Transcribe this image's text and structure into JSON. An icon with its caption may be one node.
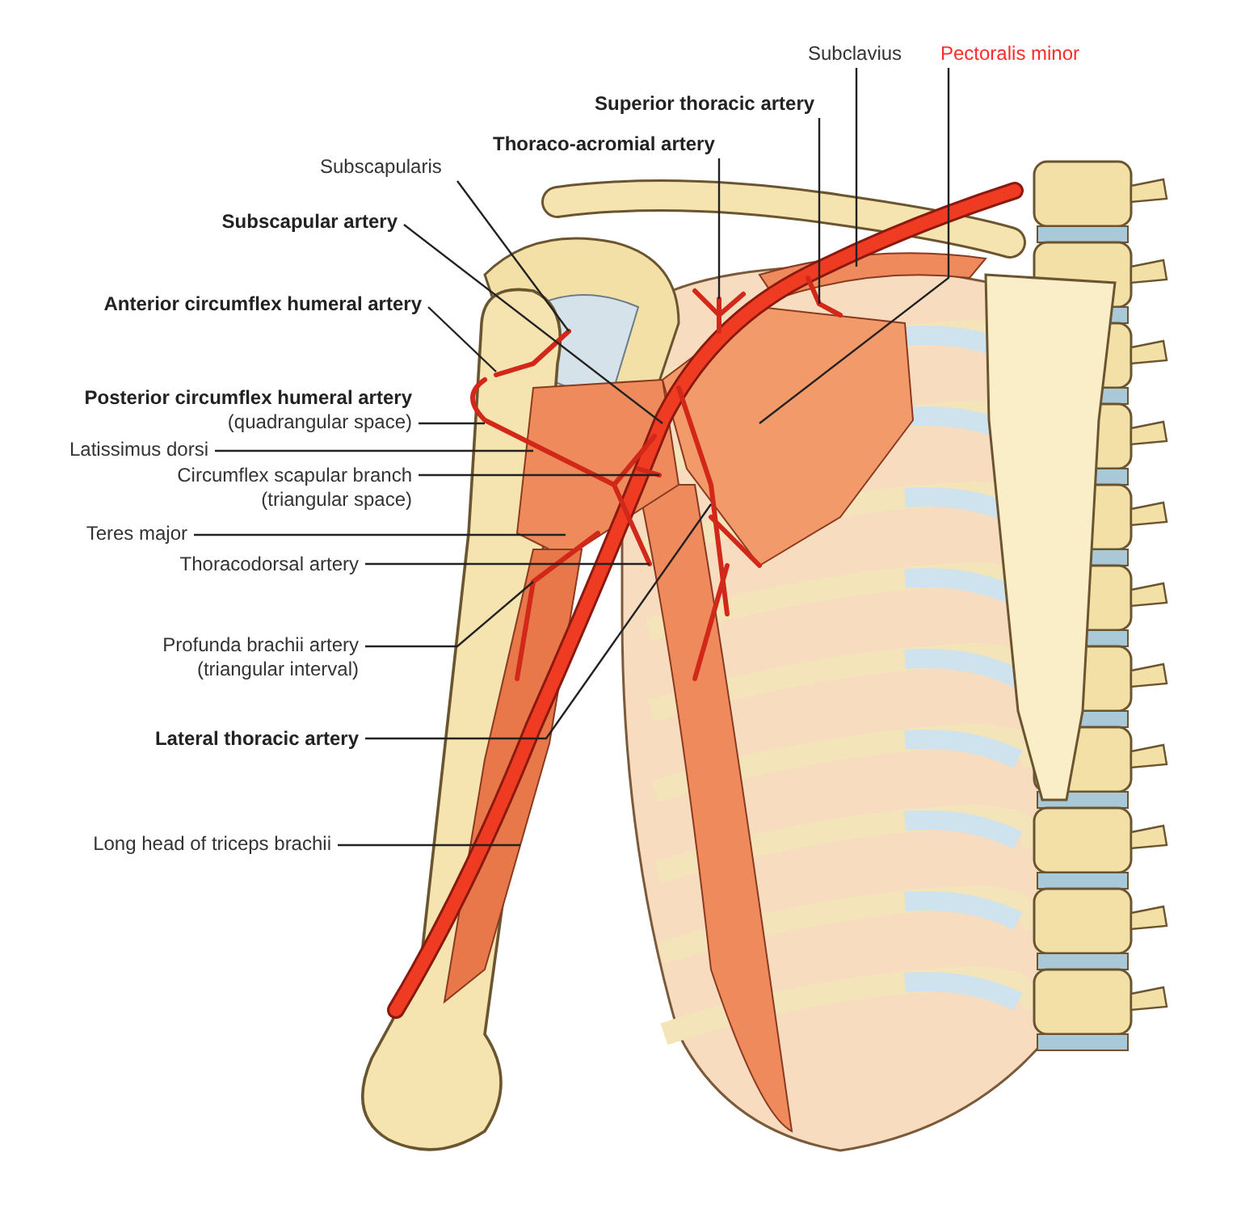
{
  "diagram": {
    "nodes": [
      {
        "text": [
          "Subclavius"
        ]
      },
      {
        "text": [
          "Pectoralis minor"
        ]
      },
      {
        "text": [
          "Superior thoracic artery"
        ]
      },
      {
        "text": [
          "Thoraco-acromial artery"
        ]
      },
      {
        "text": [
          "Subscapularis"
        ]
      },
      {
        "text": [
          "Subscapular artery"
        ]
      },
      {
        "text": [
          "Anterior circumflex humeral artery"
        ]
      },
      {
        "text": [
          "Posterior circumflex humeral artery",
          "(quadrangular space)"
        ]
      },
      {
        "text": [
          "Latissimus dorsi"
        ]
      },
      {
        "text": [
          "Circumflex scapular branch (triangular space)"
        ]
      },
      {
        "text": [
          "Teres major"
        ]
      },
      {
        "text": [
          "Thoracodorsal artery"
        ]
      },
      {
        "text": [
          "Profunda brachii artery (triangular interval)"
        ]
      },
      {
        "text": [
          "Lateral thoracic artery"
        ]
      },
      {
        "text": [
          "Long head of triceps brachii"
        ]
      }
    ],
    "edges": [
      {
        "from": 0,
        "to": null,
        "arrow": "none"
      },
      {
        "from": 1,
        "to": null,
        "arrow": "none"
      },
      {
        "from": 2,
        "to": null,
        "arrow": "none"
      },
      {
        "from": 3,
        "to": null,
        "arrow": "none"
      },
      {
        "from": 4,
        "to": null,
        "arrow": "none"
      },
      {
        "from": 5,
        "to": null,
        "arrow": "none"
      },
      {
        "from": 6,
        "to": null,
        "arrow": "none"
      },
      {
        "from": 7,
        "to": null,
        "arrow": "none"
      },
      {
        "from": 8,
        "to": null,
        "arrow": "none"
      },
      {
        "from": 9,
        "to": null,
        "arrow": "none"
      },
      {
        "from": 10,
        "to": null,
        "arrow": "none"
      },
      {
        "from": 11,
        "to": null,
        "arrow": "none"
      },
      {
        "from": 12,
        "to": null,
        "arrow": "none"
      },
      {
        "from": 13,
        "to": null,
        "arrow": "none"
      },
      {
        "from": 14,
        "to": null,
        "arrow": "none"
      }
    ]
  }
}
